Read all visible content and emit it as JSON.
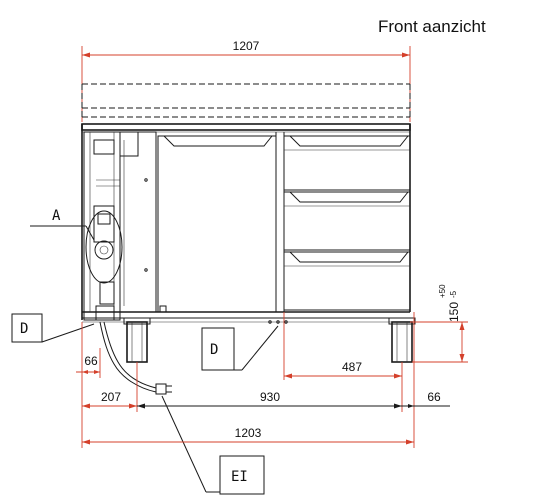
{
  "view_title": "Front aanzicht",
  "dimensions": {
    "overall_top_width": "1207",
    "overall_bottom_width": "1203",
    "leg_center_distance": "930",
    "left_offset_207": "207",
    "left_offset_66": "66",
    "right_offset_66": "66",
    "drawer_offset": "487",
    "leg_height": "150",
    "leg_tolerance_upper": "+50",
    "leg_tolerance_lower": "-5"
  },
  "labels": {
    "detail_a": "A",
    "detail_d_left": "D",
    "detail_d_center": "D",
    "power_plug": "EI"
  },
  "colors": {
    "dimension_lines": "#d4402b",
    "drawing_lines": "#1a1a1a"
  }
}
